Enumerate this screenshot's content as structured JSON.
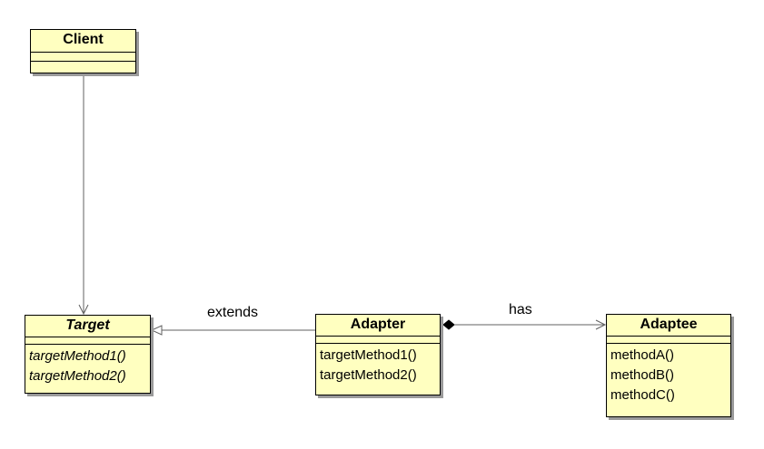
{
  "classes": {
    "client": {
      "name": "Client",
      "operations": []
    },
    "target": {
      "name": "Target",
      "abstract": true,
      "operations": [
        "targetMethod1()",
        "targetMethod2()"
      ]
    },
    "adapter": {
      "name": "Adapter",
      "operations": [
        "targetMethod1()",
        "targetMethod2()"
      ]
    },
    "adaptee": {
      "name": "Adaptee",
      "operations": [
        "methodA()",
        "methodB()",
        "methodC()"
      ]
    }
  },
  "relations": {
    "client_target": {
      "kind": "association"
    },
    "adapter_target": {
      "kind": "generalization",
      "label": "extends"
    },
    "adapter_adaptee": {
      "kind": "composition",
      "label": "has"
    }
  },
  "colors": {
    "class_fill": "#ffffc0",
    "shadow": "#9a9a9a",
    "line": "#606060"
  }
}
